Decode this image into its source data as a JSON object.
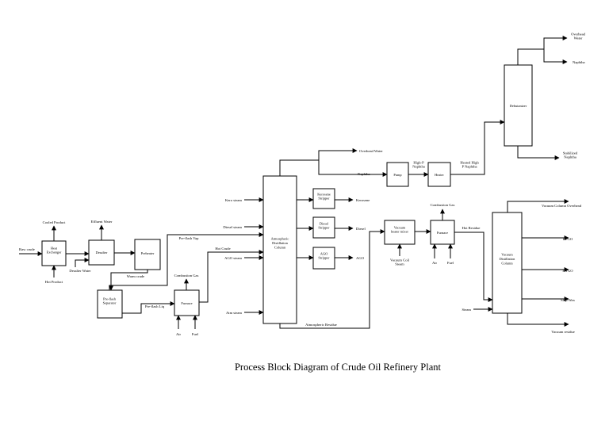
{
  "title": "Process Block Diagram of Crude Oil Refinery Plant",
  "units": {
    "heat_exchanger": [
      "Heat",
      "Exchanger"
    ],
    "desalter": [
      "Desalter"
    ],
    "preheater": [
      "Preheater"
    ],
    "preflash_separator": [
      "Pre-flash",
      "Separator"
    ],
    "furnace1": [
      "Furnace"
    ],
    "atm_column": [
      "Atmospheric",
      "Distillation",
      "Column"
    ],
    "kerosene_stripper": [
      "Kerosene",
      "Stripper"
    ],
    "diesel_stripper": [
      "Diesel",
      "Stripper"
    ],
    "ago_stripper": [
      "AGO",
      "Stripper"
    ],
    "pump": [
      "Pump"
    ],
    "heater": [
      "Heater"
    ],
    "debutanizer": [
      "Debutanizer"
    ],
    "vacuum_heater": [
      "Vacuum",
      "heater mixer"
    ],
    "furnace2": [
      "Furnace"
    ],
    "vacuum_column": [
      "Vacuum",
      "Distillation",
      "Column"
    ]
  },
  "streams": {
    "raw_crude": "Raw crude",
    "cooled_product": "Cooled Product",
    "hot_product": "Hot Product",
    "effluent_water": "Effluent Water",
    "desalter_water": "Desalter Water",
    "warm_crude": "Warm crude",
    "preflash_vap": "Pre-flash Vap",
    "preflash_liq": "Pre-flash Liq",
    "combustion_gas_1": "Combustion Gas",
    "air_1": "Air",
    "fuel_1": "Fuel",
    "hot_crude": "Hot Crude",
    "kero_steam": "Kero steam",
    "diesel_steam": "Diesel steam",
    "ago_steam": "AGO steam",
    "atm_steam": "Atm steam",
    "kerosene": "Kerosene",
    "diesel": "Diesel",
    "ago": "AGO",
    "overhead_water": "Overhead Water",
    "naphtha": "Naphtha",
    "high_p_naphtha": [
      "High-P",
      "Naphtha"
    ],
    "heated_high_p_naphtha": [
      "Heated High",
      "P Naphtha"
    ],
    "overhead_water_2": [
      "Overhead",
      "Water"
    ],
    "naphtha_2": "Naphtha",
    "stabilized_naphtha": [
      "Stabilized",
      "Naphtha"
    ],
    "atm_residue": "Atmospheric Residue",
    "vacuum_coil_steam": [
      "Vacuum Coil",
      "Steam"
    ],
    "combustion_gas_2": "Combustion Gas",
    "air_2": "Air",
    "fuel_2": "Fuel",
    "hot_residue": "Hot Residue",
    "steam": "Steam",
    "vac_overhead": "Vacuum Column Overhead",
    "lvgo": "LVGO",
    "hvgo": "HVGO",
    "slop_wax": "Slop Wax",
    "vac_residue": "Vacuum residue"
  }
}
